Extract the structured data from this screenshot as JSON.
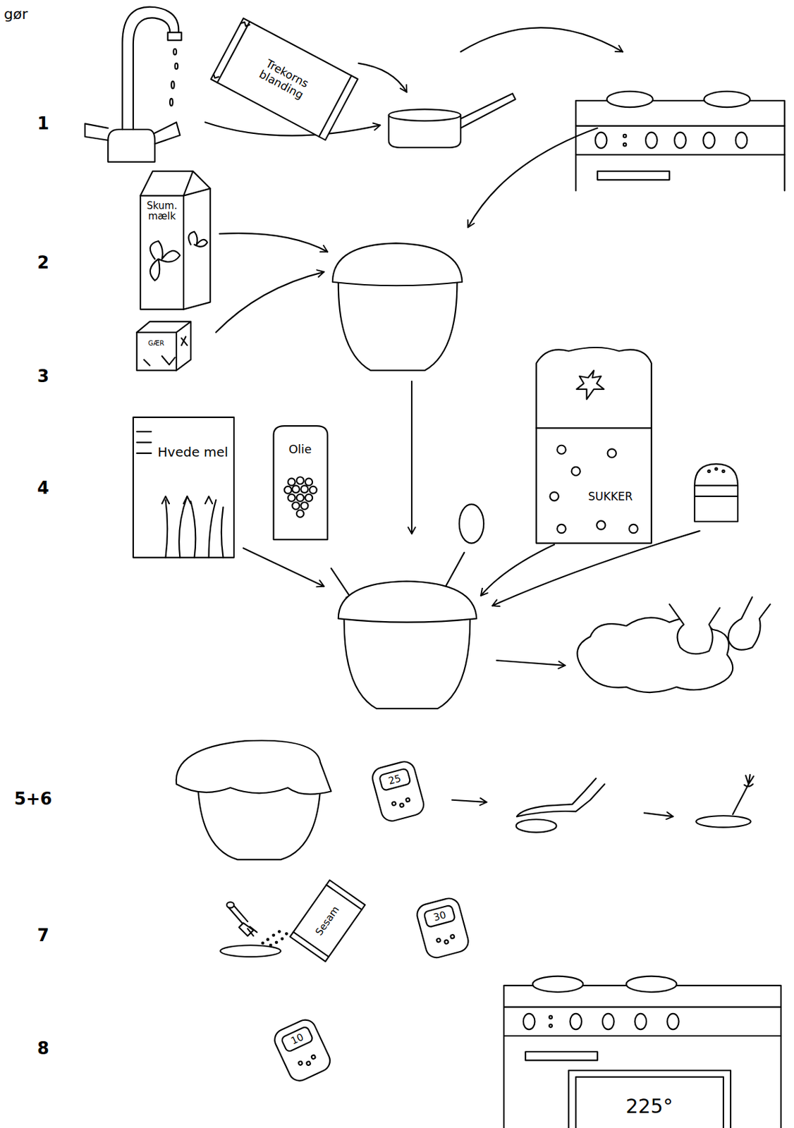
{
  "diagram": {
    "nodes": [
      {
        "text": [
          "Trekorns blanding"
        ]
      },
      {
        "text": [
          "Skum. mælk"
        ]
      },
      {
        "text": [
          "GÆR"
        ]
      },
      {
        "text": [
          "Hvede mel"
        ]
      },
      {
        "text": [
          "Olie"
        ]
      },
      {
        "text": [
          "SUKKER"
        ]
      },
      {
        "text": [
          "25"
        ]
      },
      {
        "text": [
          "Sesam"
        ]
      },
      {
        "text": [
          "30"
        ]
      },
      {
        "text": [
          "10"
        ]
      },
      {
        "text": [
          "225°"
        ]
      }
    ],
    "labels": [
      "gør",
      "1",
      "2",
      "3",
      "4",
      "5+6",
      "7",
      "8"
    ]
  }
}
